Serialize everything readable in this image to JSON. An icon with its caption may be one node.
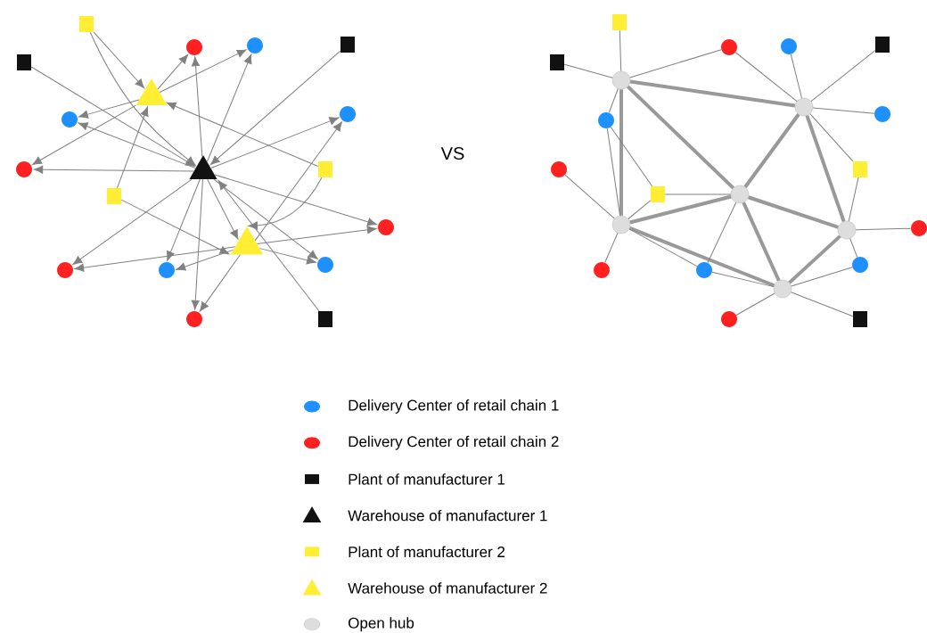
{
  "diagram": {
    "nodes": [
      {
        "text": [],
        "shape": "box"
      },
      {
        "text": [],
        "shape": "box"
      },
      {
        "text": [],
        "shape": "circle"
      },
      {
        "text": [],
        "shape": "circle"
      },
      {
        "text": [],
        "shape": "box"
      },
      {
        "text": [],
        "shape": "triangle"
      },
      {
        "text": [],
        "shape": "circle"
      },
      {
        "text": [],
        "shape": "circle"
      },
      {
        "text": [],
        "shape": "circle"
      },
      {
        "text": [],
        "shape": "triangle"
      },
      {
        "text": [],
        "shape": "box"
      },
      {
        "text": [],
        "shape": "box"
      },
      {
        "text": [],
        "shape": "circle"
      },
      {
        "text": [],
        "shape": "triangle"
      },
      {
        "text": [],
        "shape": "circle"
      },
      {
        "text": [],
        "shape": "circle"
      },
      {
        "text": [],
        "shape": "circle"
      },
      {
        "text": [],
        "shape": "circle"
      },
      {
        "text": [],
        "shape": "box"
      },
      {
        "text": [],
        "shape": "box"
      },
      {
        "text": [],
        "shape": "circle"
      },
      {
        "text": [],
        "shape": "circle"
      },
      {
        "text": [],
        "shape": "box"
      },
      {
        "text": [],
        "shape": "box"
      },
      {
        "text": [],
        "shape": "circle"
      },
      {
        "text": [],
        "shape": "circle"
      },
      {
        "text": [],
        "shape": "circle"
      },
      {
        "text": [],
        "shape": "circle"
      },
      {
        "text": [],
        "shape": "circle"
      },
      {
        "text": [],
        "shape": "box"
      },
      {
        "text": [],
        "shape": "box"
      },
      {
        "text": [],
        "shape": "circle"
      },
      {
        "text": [],
        "shape": "circle"
      },
      {
        "text": [],
        "shape": "circle"
      },
      {
        "text": [],
        "shape": "circle"
      },
      {
        "text": [],
        "shape": "circle"
      },
      {
        "text": [],
        "shape": "circle"
      },
      {
        "text": [],
        "shape": "circle"
      },
      {
        "text": [],
        "shape": "circle"
      },
      {
        "text": [],
        "shape": "circle"
      },
      {
        "text": [],
        "shape": "box"
      }
    ],
    "edges": [
      {
        "from": 0,
        "to": 5,
        "arrow": "to"
      },
      {
        "from": 0,
        "to": 9,
        "arrow": "to"
      },
      {
        "from": 1,
        "to": 9,
        "arrow": "to"
      },
      {
        "from": 4,
        "to": 9,
        "arrow": "to"
      },
      {
        "from": 18,
        "to": 9,
        "arrow": "to"
      },
      {
        "from": 5,
        "to": 2,
        "arrow": "to"
      },
      {
        "from": 5,
        "to": 3,
        "arrow": "to"
      },
      {
        "from": 5,
        "to": 6,
        "arrow": "to"
      },
      {
        "from": 5,
        "to": 8,
        "arrow": "to"
      },
      {
        "from": 9,
        "to": 2,
        "arrow": "to"
      },
      {
        "from": 9,
        "to": 3,
        "arrow": "to"
      },
      {
        "from": 9,
        "to": 6,
        "arrow": "to"
      },
      {
        "from": 9,
        "to": 8,
        "arrow": "to"
      },
      {
        "from": 9,
        "to": 7,
        "arrow": "to"
      },
      {
        "from": 9,
        "to": 12,
        "arrow": "to"
      },
      {
        "from": 9,
        "to": 13,
        "arrow": "to"
      },
      {
        "from": 9,
        "to": 14,
        "arrow": "to"
      },
      {
        "from": 9,
        "to": 15,
        "arrow": "to"
      },
      {
        "from": 9,
        "to": 16,
        "arrow": "to"
      },
      {
        "from": 9,
        "to": 17,
        "arrow": "to"
      },
      {
        "from": 10,
        "to": 5,
        "arrow": "to"
      },
      {
        "from": 10,
        "to": 13,
        "arrow": "to"
      },
      {
        "from": 11,
        "to": 5,
        "arrow": "to"
      },
      {
        "from": 11,
        "to": 13,
        "arrow": "to"
      },
      {
        "from": 13,
        "to": 7,
        "arrow": "to"
      },
      {
        "from": 13,
        "to": 12,
        "arrow": "to"
      },
      {
        "from": 13,
        "to": 14,
        "arrow": "to"
      },
      {
        "from": 13,
        "to": 15,
        "arrow": "to"
      },
      {
        "from": 13,
        "to": 16,
        "arrow": "to"
      },
      {
        "from": 13,
        "to": 17,
        "arrow": "to"
      },
      {
        "from": 24,
        "to": 25,
        "arrow": "none",
        "style": "thick"
      },
      {
        "from": 24,
        "to": 32,
        "arrow": "none",
        "style": "thick"
      },
      {
        "from": 24,
        "to": 31,
        "arrow": "none",
        "style": "thick"
      },
      {
        "from": 25,
        "to": 31,
        "arrow": "none",
        "style": "thick"
      },
      {
        "from": 25,
        "to": 34,
        "arrow": "none",
        "style": "thick"
      },
      {
        "from": 31,
        "to": 32,
        "arrow": "none",
        "style": "thick"
      },
      {
        "from": 31,
        "to": 34,
        "arrow": "none",
        "style": "thick"
      },
      {
        "from": 31,
        "to": 38,
        "arrow": "none",
        "style": "thick"
      },
      {
        "from": 32,
        "to": 38,
        "arrow": "none",
        "style": "thick"
      },
      {
        "from": 34,
        "to": 38,
        "arrow": "none",
        "style": "thick"
      },
      {
        "from": 24,
        "to": 19,
        "arrow": "none"
      },
      {
        "from": 24,
        "to": 23,
        "arrow": "none"
      },
      {
        "from": 24,
        "to": 20,
        "arrow": "none"
      },
      {
        "from": 24,
        "to": 26,
        "arrow": "none"
      },
      {
        "from": 25,
        "to": 20,
        "arrow": "none"
      },
      {
        "from": 25,
        "to": 21,
        "arrow": "none"
      },
      {
        "from": 25,
        "to": 22,
        "arrow": "none"
      },
      {
        "from": 25,
        "to": 27,
        "arrow": "none"
      },
      {
        "from": 25,
        "to": 29,
        "arrow": "none"
      },
      {
        "from": 34,
        "to": 29,
        "arrow": "none"
      },
      {
        "from": 34,
        "to": 33,
        "arrow": "none"
      },
      {
        "from": 34,
        "to": 37,
        "arrow": "none"
      },
      {
        "from": 38,
        "to": 37,
        "arrow": "none"
      },
      {
        "from": 38,
        "to": 40,
        "arrow": "none"
      },
      {
        "from": 38,
        "to": 39,
        "arrow": "none"
      },
      {
        "from": 38,
        "to": 36,
        "arrow": "none"
      },
      {
        "from": 32,
        "to": 28,
        "arrow": "none"
      },
      {
        "from": 32,
        "to": 35,
        "arrow": "none"
      },
      {
        "from": 32,
        "to": 30,
        "arrow": "none"
      },
      {
        "from": 31,
        "to": 30,
        "arrow": "none"
      },
      {
        "from": 31,
        "to": 36,
        "arrow": "none"
      },
      {
        "from": 32,
        "to": 26,
        "arrow": "none"
      },
      {
        "from": 26,
        "to": 30,
        "arrow": "none"
      },
      {
        "from": 32,
        "to": 36,
        "arrow": "none"
      }
    ],
    "labels": [
      "VS"
    ],
    "legend": [
      {
        "text": "Delivery Center of retail chain 1",
        "color": "#1e90ff"
      },
      {
        "text": "Delivery Center of retail chain 2",
        "color": "#ff2020"
      },
      {
        "text": "Plant of manufacturer 1",
        "color": "#111111"
      },
      {
        "text": "Warehouse of manufacturer 1",
        "color": "#111111"
      },
      {
        "text": "Plant of manufacturer 2",
        "color": "#ffee33"
      },
      {
        "text": "Warehouse of manufacturer 2",
        "color": "#ffee33"
      },
      {
        "text": "Open hub",
        "color": "#dddddd"
      }
    ]
  }
}
